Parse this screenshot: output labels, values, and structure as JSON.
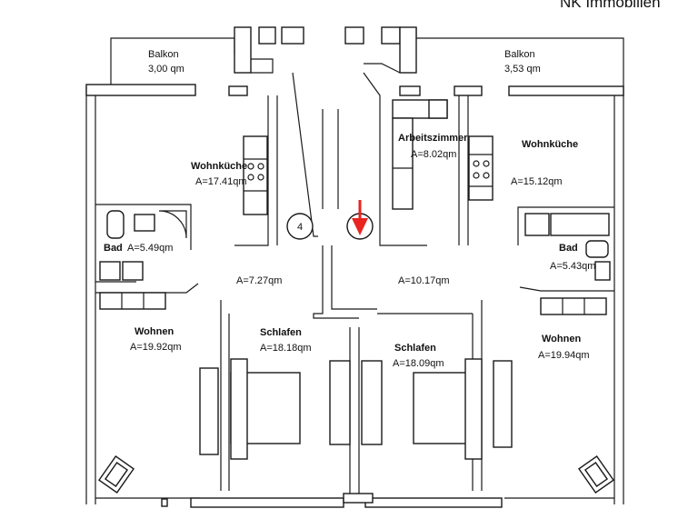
{
  "brand": "NK Immobilien",
  "marker_number": "4",
  "rooms": {
    "balkon_left": {
      "name": "Balkon",
      "area": "3,00 qm"
    },
    "balkon_right": {
      "name": "Balkon",
      "area": "3,53 qm"
    },
    "wohnkueche_left": {
      "name": "Wohnküche",
      "area": "A=17.41qm"
    },
    "wohnkueche_right": {
      "name": "Wohnküche",
      "area": "A=15.12qm"
    },
    "arbeitszimmer": {
      "name": "Arbeitszimmer",
      "area": "A=8.02qm"
    },
    "bad_left": {
      "name": "Bad",
      "area": "A=5.49qm"
    },
    "bad_right": {
      "name": "Bad",
      "area": "A=5.43qm"
    },
    "flur_left": {
      "area": "A=7.27qm"
    },
    "flur_right": {
      "area": "A=10.17qm"
    },
    "wohnen_left": {
      "name": "Wohnen",
      "area": "A=19.92qm"
    },
    "wohnen_right": {
      "name": "Wohnen",
      "area": "A=19.94qm"
    },
    "schlafen_left": {
      "name": "Schlafen",
      "area": "A=18.18qm"
    },
    "schlafen_right": {
      "name": "Schlafen",
      "area": "A=18.09qm"
    }
  },
  "colors": {
    "line": "#1a1a1a",
    "arrow": "#e8251f",
    "background": "#ffffff"
  }
}
